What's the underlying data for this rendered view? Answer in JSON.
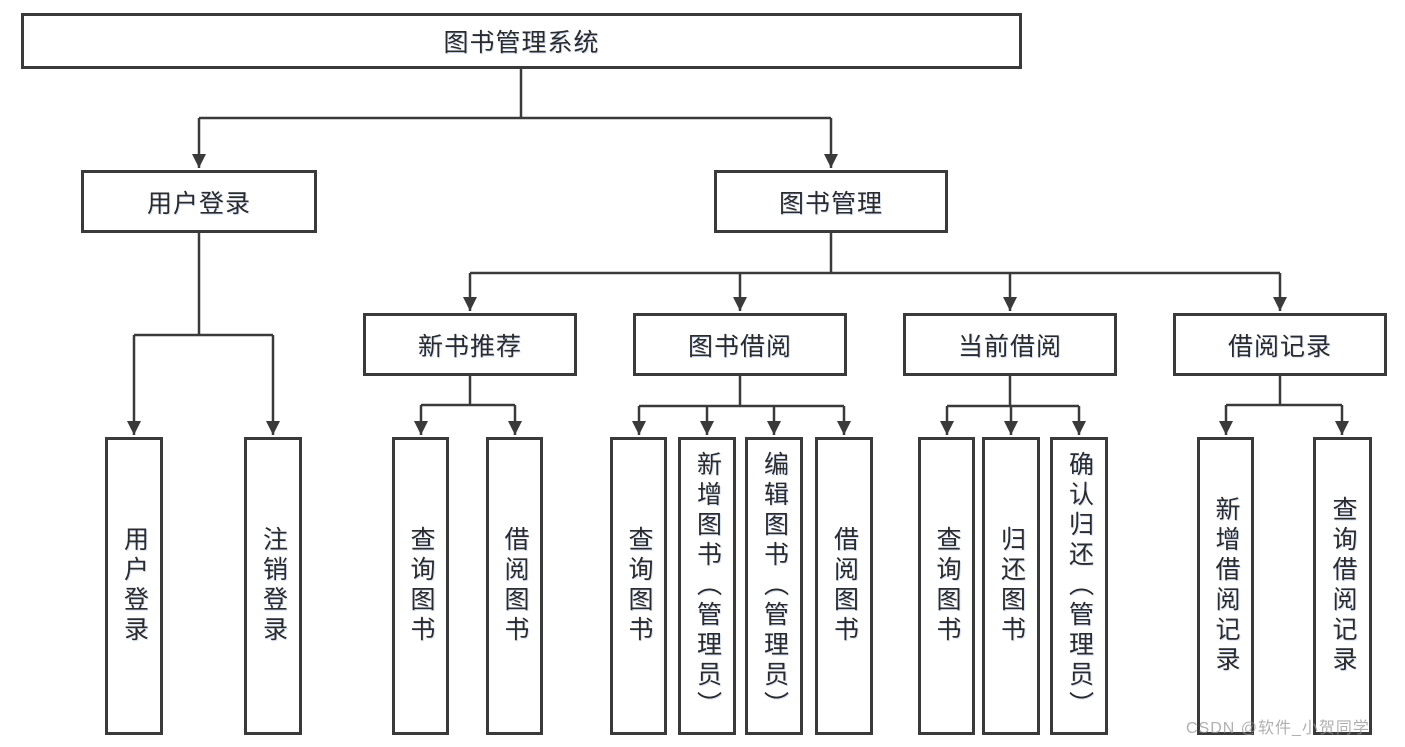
{
  "tree": {
    "root": {
      "label": "图书管理系统"
    },
    "branches": [
      {
        "label": "用户登录",
        "children": [
          "用户登录",
          "注销登录"
        ]
      },
      {
        "label": "图书管理",
        "sections": [
          {
            "label": "新书推荐",
            "children": [
              "查询图书",
              "借阅图书"
            ]
          },
          {
            "label": "图书借阅",
            "children": [
              "查询图书",
              "新增图书（管理员）",
              "编辑图书（管理员）",
              "借阅图书"
            ]
          },
          {
            "label": "当前借阅",
            "children": [
              "查询图书",
              "归还图书",
              "确认归还（管理员）"
            ]
          },
          {
            "label": "借阅记录",
            "children": [
              "新增借阅记录",
              "查询借阅记录"
            ]
          }
        ]
      }
    ]
  },
  "watermark": "CSDN @软件_小贺同学",
  "colors": {
    "line": "#3a3a3a",
    "box_border": "#3a3a3a",
    "box_fill": "#ffffff",
    "text": "#2b2b2b",
    "watermark": "#969696"
  }
}
